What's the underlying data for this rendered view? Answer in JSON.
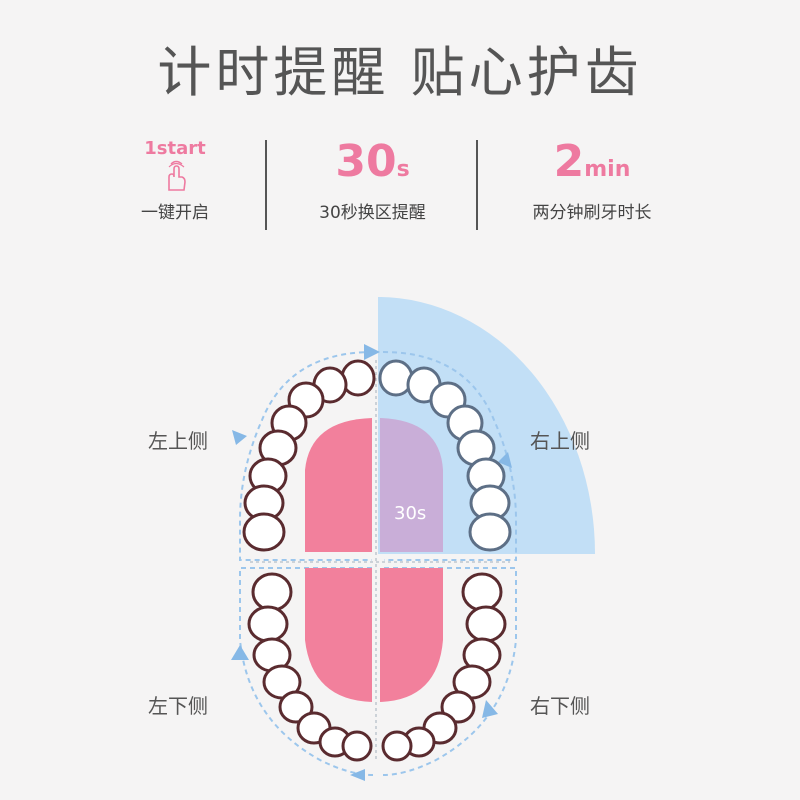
{
  "title": "计时提醒 贴心护齿",
  "stats": {
    "start": {
      "big": "1start",
      "caption": "一键开启"
    },
    "interval": {
      "value": "30",
      "unit": "s",
      "caption": "30秒换区提醒"
    },
    "duration": {
      "value": "2",
      "unit": "min",
      "caption": "两分钟刷牙时长"
    }
  },
  "zones": {
    "upper_left": "左上侧",
    "upper_right": "右上侧",
    "lower_left": "左下侧",
    "lower_right": "右下侧"
  },
  "active_zone_timer": "30s",
  "colors": {
    "accent_pink": "#ee7aa0",
    "tongue_pink": "#f2809c",
    "highlight_purple": "#c9aed8",
    "highlight_blue": "#b9dbf6",
    "arrow_blue": "#86b8e6"
  }
}
